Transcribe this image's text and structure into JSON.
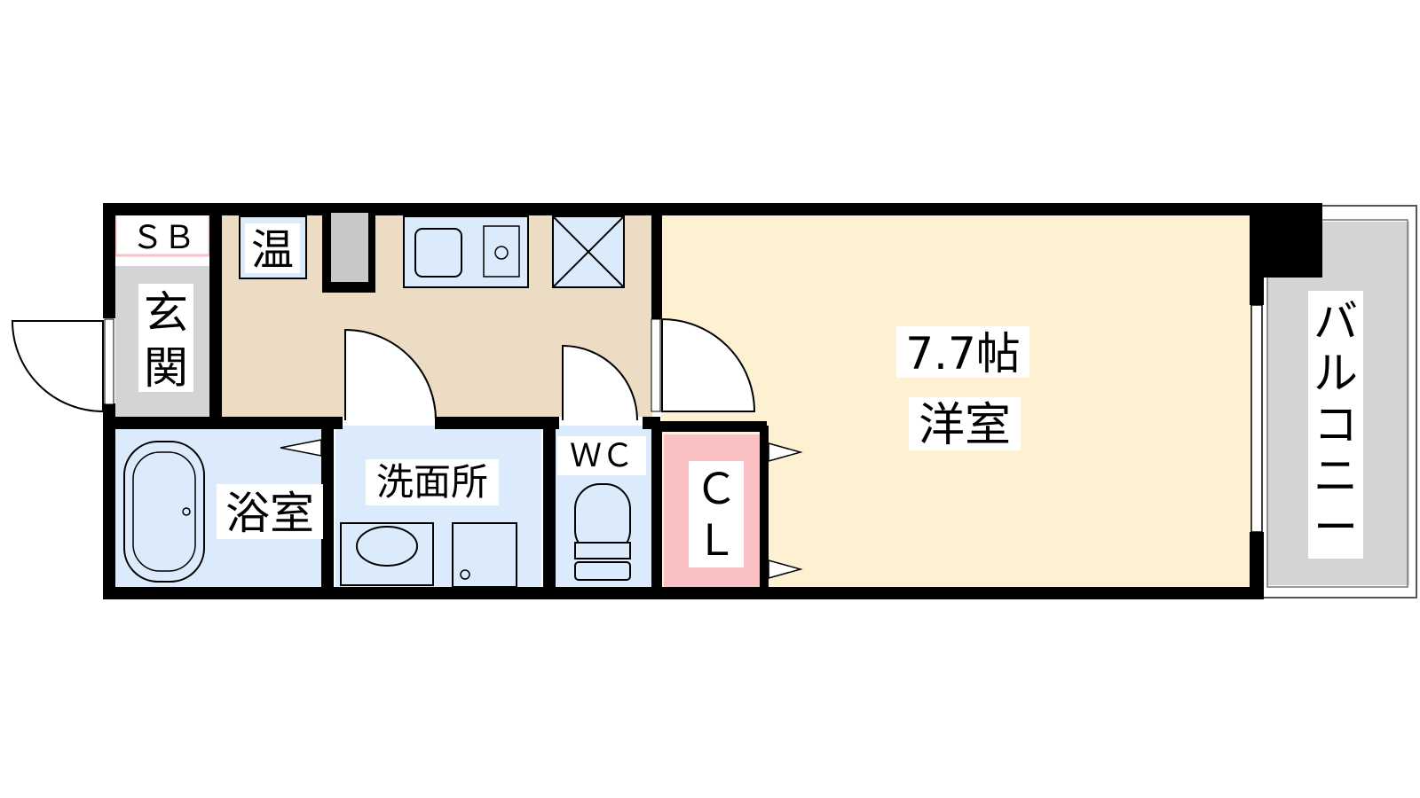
{
  "rooms": {
    "sb": "ＳＢ",
    "onsui": "温",
    "genkan_1": "玄",
    "genkan_2": "関",
    "yoshitsu_size": "7.7帖",
    "yoshitsu": "洋室",
    "balcony": [
      "バ",
      "ル",
      "コ",
      "ニ",
      "ー"
    ],
    "yokushitsu": "浴室",
    "senmenjo": "洗面所",
    "wc": "ＷＣ",
    "cl_1": "Ｃ",
    "cl_2": "Ｌ"
  },
  "colors": {
    "kitchen_floor": "#eddcc4",
    "western_room": "#fdf1d2",
    "wet_area": "#dcebfb",
    "closet": "#f9c1c4",
    "entrance_balcony": "#d4d4d4",
    "wall": "#000000"
  }
}
